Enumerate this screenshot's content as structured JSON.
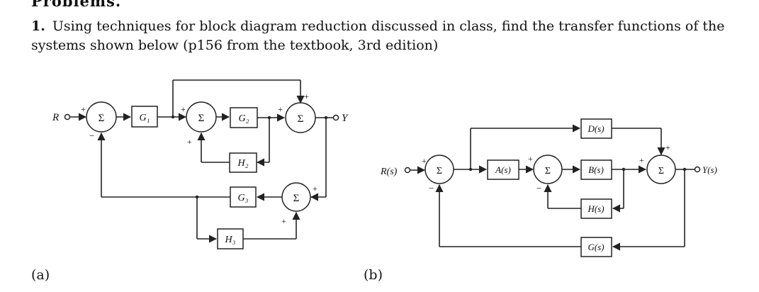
{
  "clipped_heading": "Problems.",
  "problem": {
    "number": "1.",
    "text": "Using techniques for block diagram reduction discussed in class, find the transfer functions of the systems shown below (p156 from the textbook, 3rd edition)"
  },
  "diagram_a": {
    "caption": "(a)",
    "input": "R",
    "output": "Y",
    "sum_symbol": "Σ",
    "blocks": {
      "g1": "G₁",
      "g2": "G₂",
      "h2": "H₂",
      "g3": "G₃",
      "h3": "H₃"
    },
    "signs": {
      "plus": "+",
      "minus": "−"
    }
  },
  "diagram_b": {
    "caption": "(b)",
    "input": "R(s)",
    "output": "Y(s)",
    "sum_symbol": "Σ",
    "blocks": {
      "a": "A(s)",
      "d": "D(s)",
      "b": "B(s)",
      "h": "H(s)",
      "g": "G(s)"
    },
    "signs": {
      "plus": "+",
      "minus": "−"
    }
  }
}
